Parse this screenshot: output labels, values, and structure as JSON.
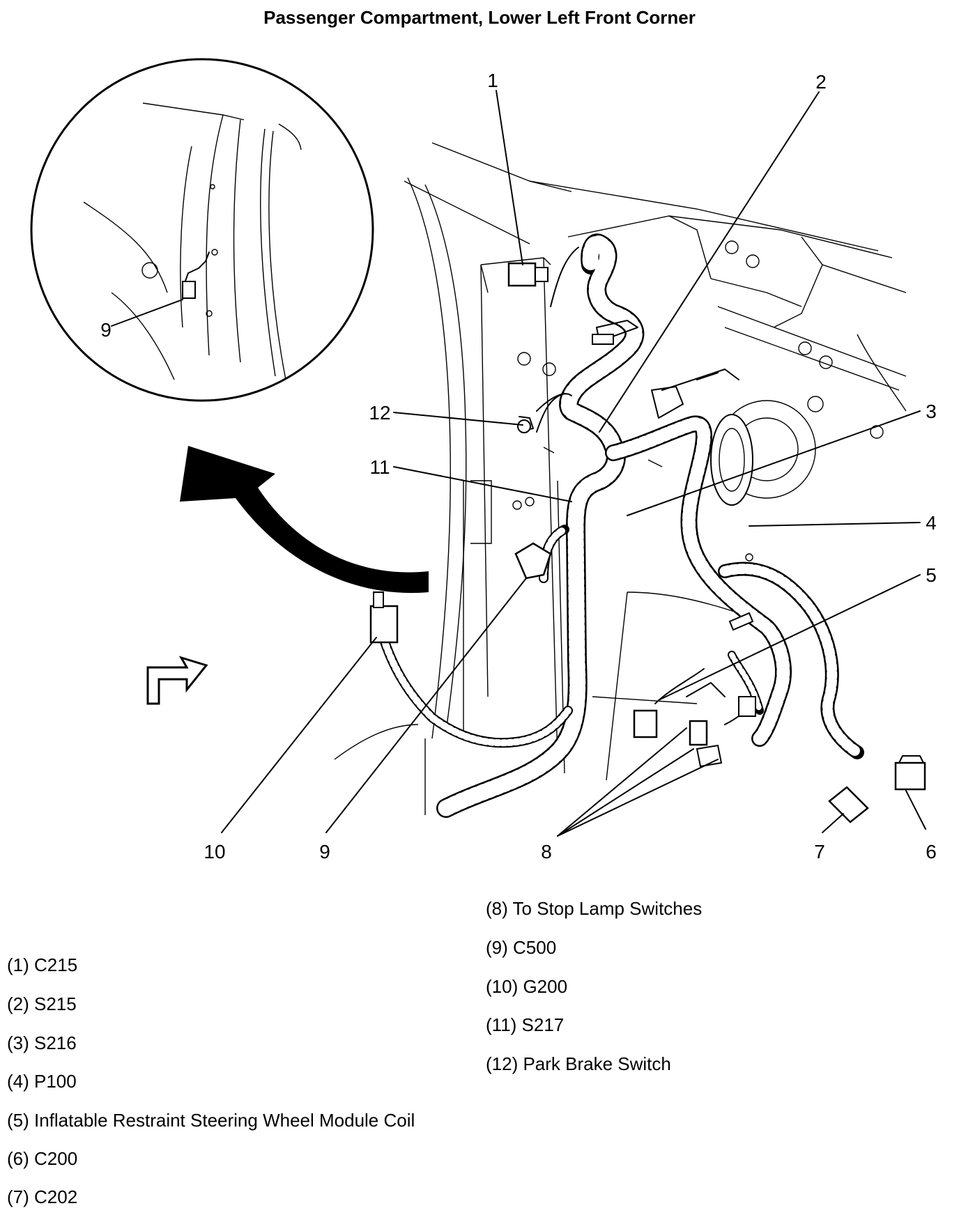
{
  "title": "Passenger Compartment, Lower Left Front Corner",
  "callouts": [
    "1",
    "2",
    "3",
    "4",
    "5",
    "6",
    "7",
    "8",
    "9",
    "10",
    "11",
    "12"
  ],
  "inset_callout": "9",
  "legend_left": [
    "(1) C215",
    "(2) S215",
    "(3) S216",
    "(4) P100",
    "(5) Inflatable Restraint Steering Wheel Module Coil",
    "(6) C200",
    "(7) C202"
  ],
  "legend_right": [
    "(8) To Stop Lamp Switches",
    "(9) C500",
    "(10) G200",
    "(11) S217",
    "(12) Park Brake Switch"
  ]
}
